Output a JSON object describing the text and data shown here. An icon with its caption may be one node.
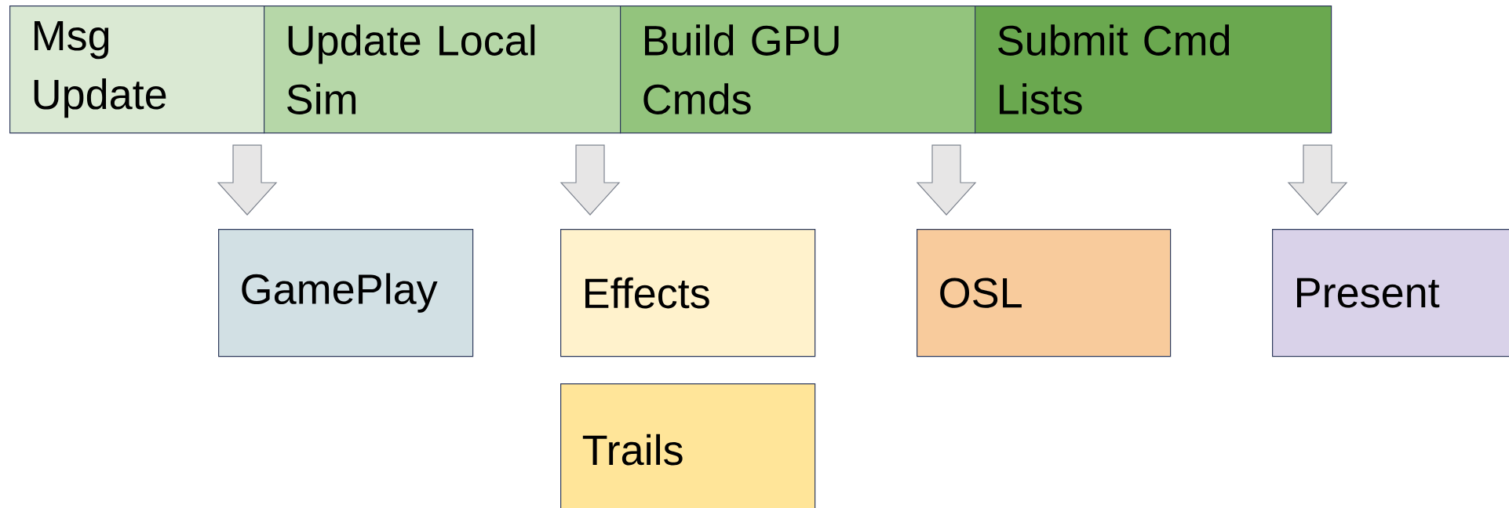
{
  "diagram": {
    "nodes": [
      {
        "text": [
          "Msg Update"
        ]
      },
      {
        "text": [
          "Update Local Sim"
        ]
      },
      {
        "text": [
          "Build GPU Cmds"
        ]
      },
      {
        "text": [
          "Submit Cmd Lists"
        ]
      },
      {
        "text": [
          "GamePlay"
        ]
      },
      {
        "text": [
          "Effects"
        ]
      },
      {
        "text": [
          "Trails"
        ]
      },
      {
        "text": [
          "OSL"
        ]
      },
      {
        "text": [
          "Present"
        ]
      }
    ],
    "edges": [
      {
        "from": 0,
        "to": 4,
        "arrow": "to"
      },
      {
        "from": 1,
        "to": 5,
        "arrow": "to"
      },
      {
        "from": 2,
        "to": 7,
        "arrow": "to"
      },
      {
        "from": 3,
        "to": 8,
        "arrow": "to"
      }
    ]
  }
}
